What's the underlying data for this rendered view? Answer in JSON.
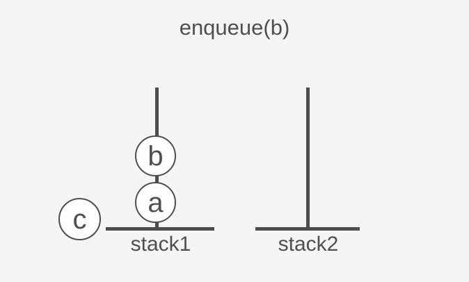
{
  "title": "enqueue(b)",
  "colors": {
    "background": "#f5f5f5",
    "ink": "#4f4f4f",
    "stroke": "#4d4d4d",
    "node_fill": "#fdfdfd"
  },
  "stacks": [
    {
      "label": "stack1",
      "items": [
        "a",
        "b"
      ]
    },
    {
      "label": "stack2",
      "items": []
    }
  ],
  "pending_item": "c"
}
